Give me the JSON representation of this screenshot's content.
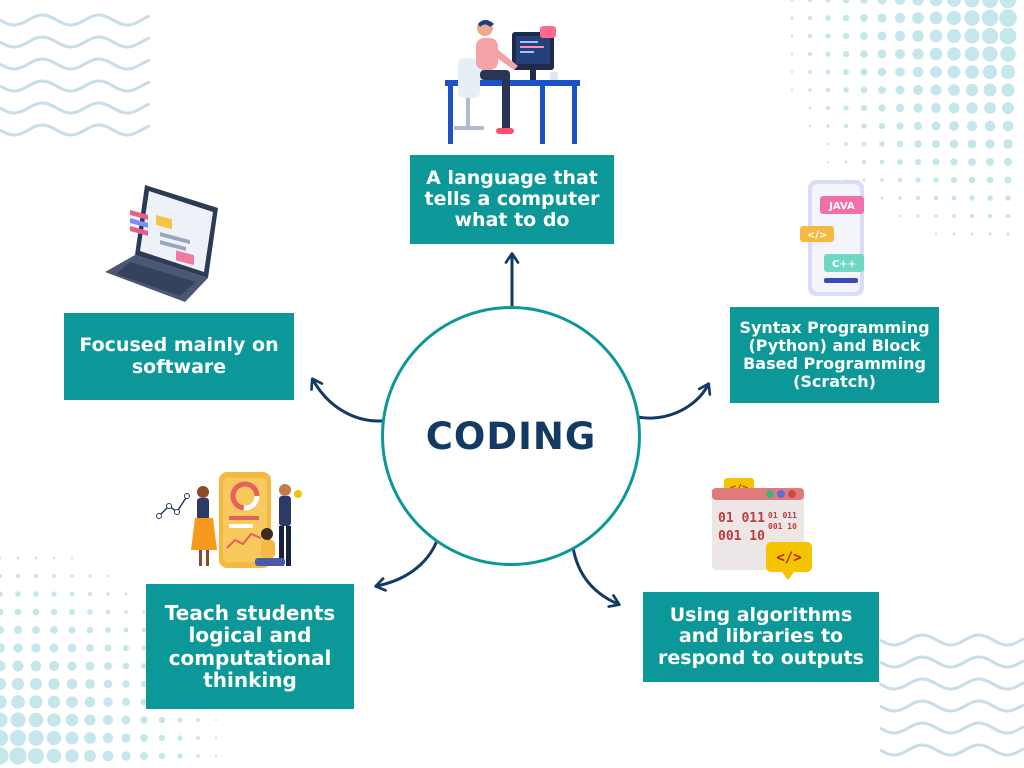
{
  "center": {
    "title": "CODING"
  },
  "nodes": {
    "top": "A language that tells a computer what to do",
    "right": "Syntax Programming (Python) and Block Based Programming (Scratch)",
    "bottom_right": "Using algorithms and libraries to respond to outputs",
    "bottom_left": "Teach students logical and computational thinking",
    "left": "Focused mainly on software"
  },
  "illustrations": {
    "languages": [
      "JAVA",
      "</>",
      "C++"
    ],
    "binary": [
      "01 011",
      "001 10",
      "01 011",
      "001 10"
    ],
    "code_tag_top": "</>",
    "code_tag_bottom": "</>"
  },
  "colors": {
    "box": "#0c9898",
    "title": "#123a64",
    "arrow": "#123a64",
    "decoration": "#c5e6ea"
  }
}
